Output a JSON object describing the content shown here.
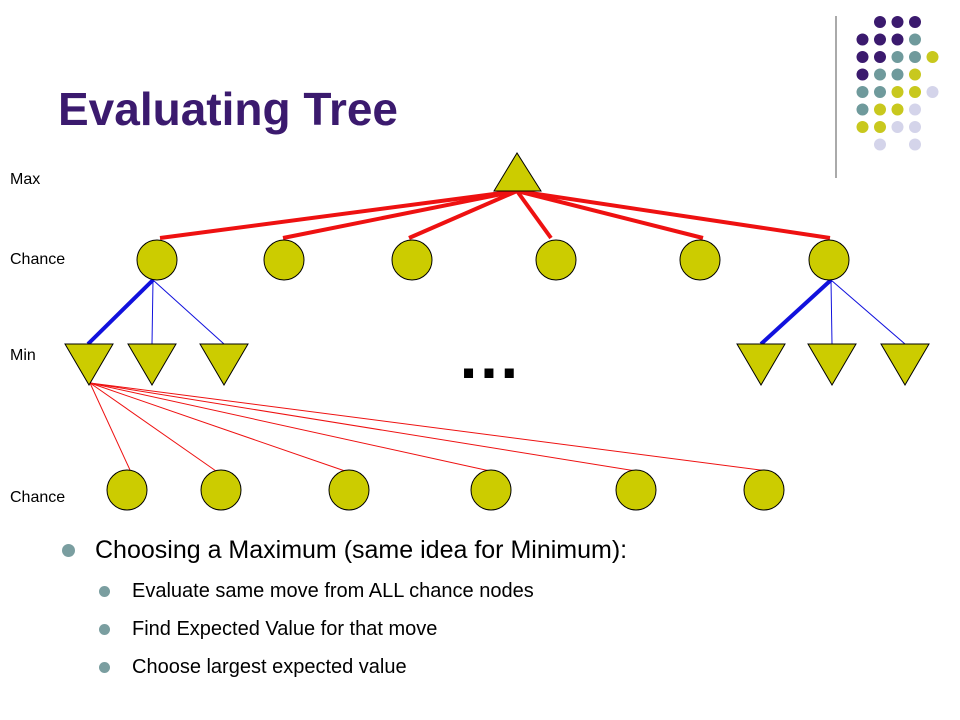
{
  "slide": {
    "title": "Evaluating Tree",
    "level_labels": {
      "max": "Max",
      "chance_top": "Chance",
      "min": "Min",
      "chance_bottom": "Chance"
    },
    "ellipsis": "…",
    "bullets": {
      "main": "Choosing a Maximum (same idea for Minimum):",
      "sub": [
        "Evaluate same move from ALL chance nodes",
        "Find Expected Value for that move",
        "Choose largest expected value"
      ]
    }
  },
  "colors": {
    "title": "#3b1a6e",
    "node_fill": "#cccc00",
    "red_edge": "#ee1111",
    "blue_edge": "#1111dd",
    "bullet": "#7a9ea0",
    "decor_purple": "#3b1a6e",
    "decor_teal": "#6f9a9c",
    "decor_yellow": "#c8c81e",
    "decor_lavender": "#d4d4ea"
  },
  "decor_icon": "dot-grid-logo"
}
